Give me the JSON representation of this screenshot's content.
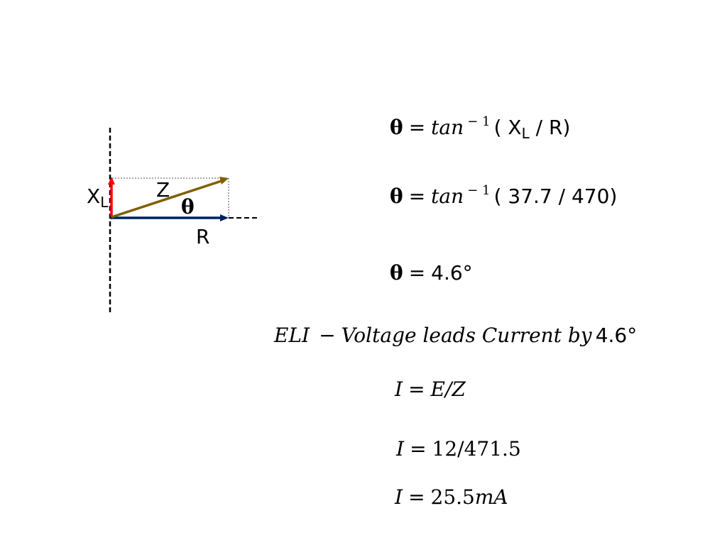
{
  "colors": {
    "xl_arrow": "#ff0000",
    "z_arrow": "#7f6000",
    "r_arrow": "#002060",
    "axis": "#000000"
  },
  "diagram": {
    "xl_label": "X",
    "xl_sub": "L",
    "z_label": "Z",
    "theta_label": "θ",
    "r_label": "R"
  },
  "equations": {
    "eq1": {
      "theta": "θ",
      "equals": "=",
      "func": "tan",
      "exponent": "− 1",
      "open": "( ",
      "x": "X",
      "x_sub": "L",
      "rest": " / R)"
    },
    "eq2": {
      "theta": "θ",
      "equals": "=",
      "func": "tan",
      "exponent": "− 1",
      "args": "( 37.7 / 470)"
    },
    "eq3": {
      "theta": "θ",
      "equals": "=",
      "value": "4.6°"
    },
    "eli": {
      "lead": "ELI",
      "minus": "−",
      "text": "Voltage leads Current by",
      "value": "4.6°"
    },
    "eq4": {
      "var": "I",
      "equals": "=",
      "expr": "E/Z"
    },
    "eq5": {
      "var": "I",
      "equals": "=",
      "expr": "12/471.5"
    },
    "eq6": {
      "var": "I",
      "equals": "=",
      "value": "25.5",
      "unit": "mA"
    }
  }
}
